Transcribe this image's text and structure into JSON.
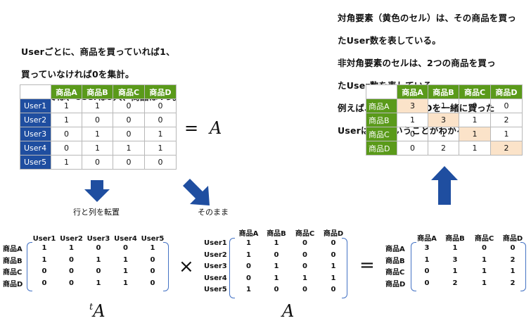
{
  "left_note": [
    "Userごとに、商品を買っていれば1、",
    "買っていなければ0を集計。",
    "この例では、Userは5人、商品は4つ。"
  ],
  "right_note": [
    "対角要素（黄色のセル）は、その商品を買っ",
    "たUser数を表している。",
    "非対角要素のセルは、2つの商品を買っ",
    "たUser数を表している。",
    "例えば、商品Bと商品Dを一緒に買った",
    "Userは2人ということがわかる。"
  ],
  "products": [
    "商品A",
    "商品B",
    "商品C",
    "商品D"
  ],
  "users": [
    "User1",
    "User2",
    "User3",
    "User4",
    "User5"
  ],
  "purchase_matrix": [
    [
      "1",
      "1",
      "0",
      "0"
    ],
    [
      "1",
      "0",
      "0",
      "0"
    ],
    [
      "0",
      "1",
      "0",
      "1"
    ],
    [
      "0",
      "1",
      "1",
      "1"
    ],
    [
      "1",
      "0",
      "0",
      "0"
    ]
  ],
  "transposed_matrix": [
    [
      "1",
      "1",
      "0",
      "0",
      "1"
    ],
    [
      "1",
      "0",
      "1",
      "1",
      "0"
    ],
    [
      "0",
      "0",
      "0",
      "1",
      "0"
    ],
    [
      "0",
      "0",
      "1",
      "1",
      "0"
    ]
  ],
  "result_matrix": [
    [
      "3",
      "1",
      "0",
      "0"
    ],
    [
      "1",
      "3",
      "1",
      "2"
    ],
    [
      "0",
      "1",
      "1",
      "1"
    ],
    [
      "0",
      "2",
      "1",
      "2"
    ]
  ],
  "eq_sign": "=",
  "times_sign": "×",
  "symbol_A": "A",
  "symbol_tA_sup": "t",
  "caption_transpose": "行と列を転置",
  "caption_asis": "そのまま",
  "colors": {
    "header_green": "#5a9a1a",
    "header_blue": "#1f4ea0",
    "diag_fill": "#fbe3c9",
    "arrow_blue": "#1f4ea0",
    "bracket_blue": "#4472c4"
  }
}
